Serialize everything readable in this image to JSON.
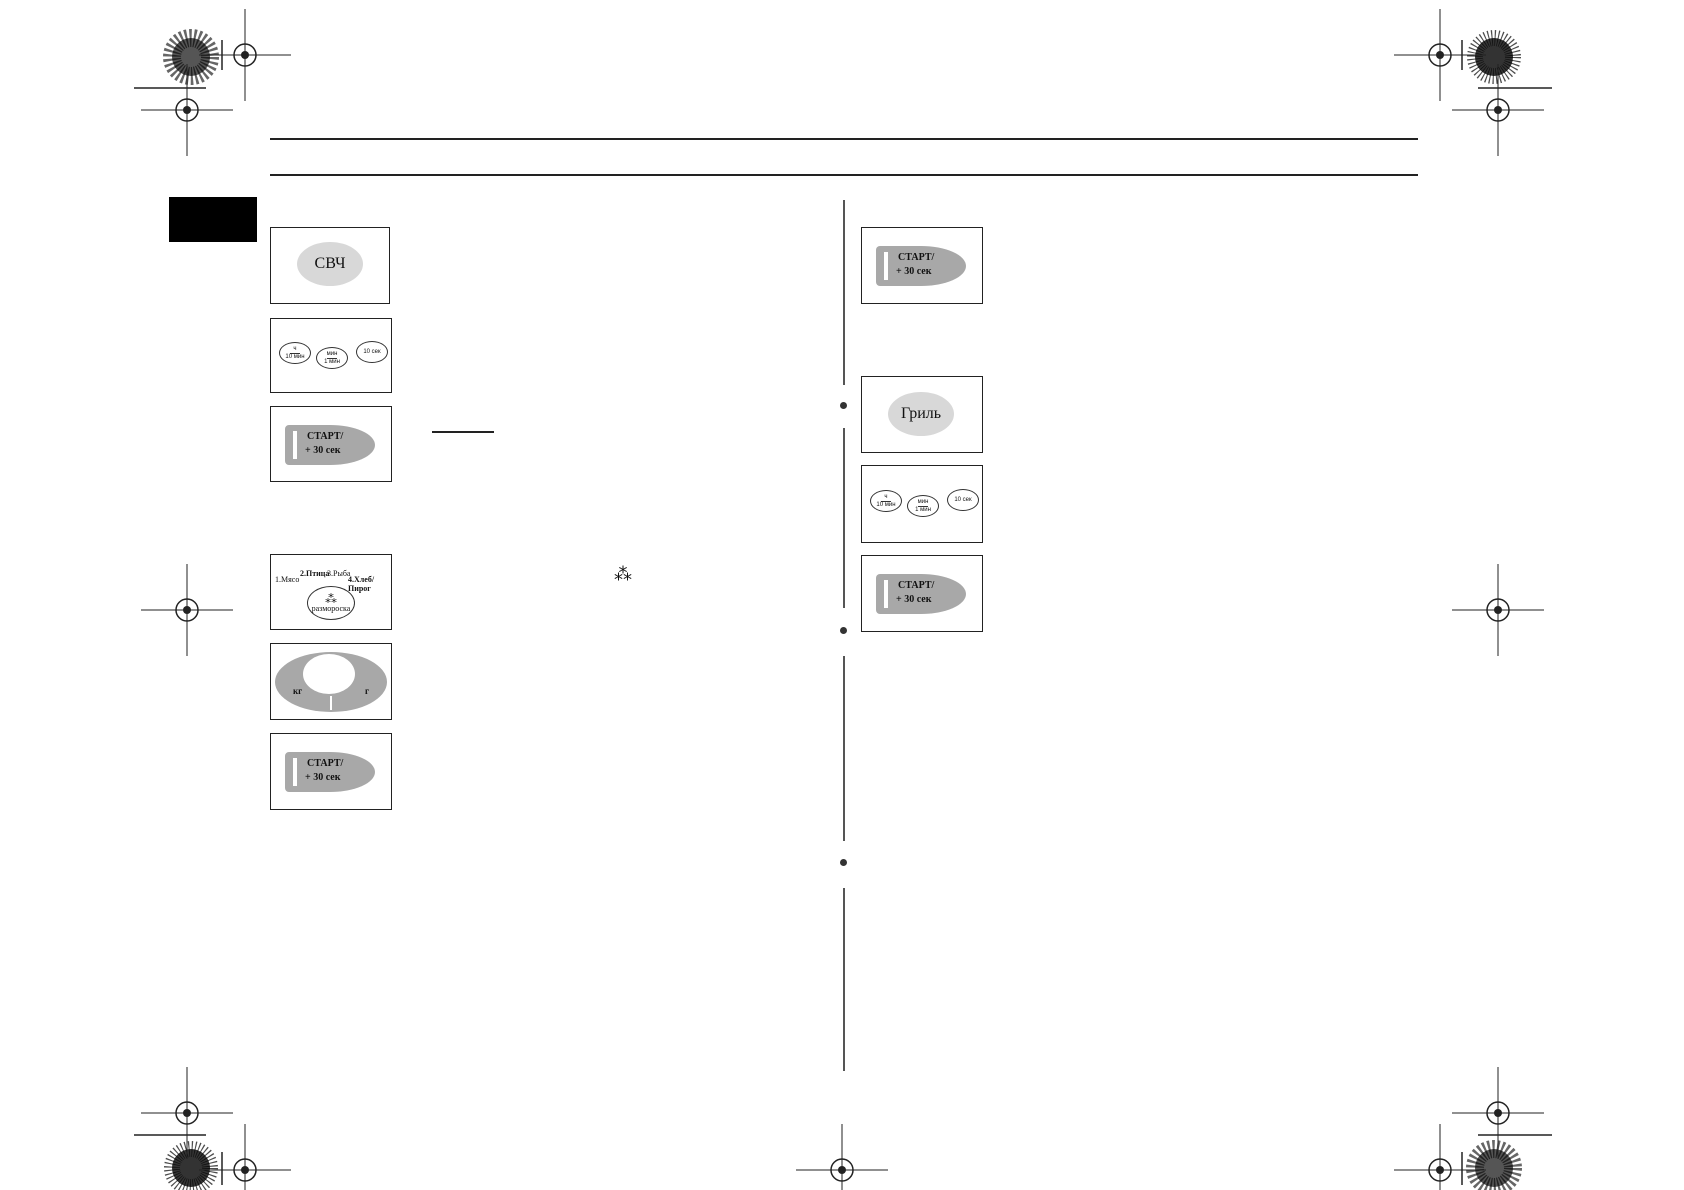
{
  "page": {
    "section_tab_label": "",
    "left_column": {
      "microwave_panel": {
        "button_label": "СВЧ"
      },
      "time_panel_1": {
        "h_label_top": "ч",
        "h_label_bottom": "10 мин",
        "min_label_top": "мин",
        "min_label_bottom": "1 мин",
        "sec_label": "10 сек"
      },
      "start_panel_1": {
        "line1": "СТАРТ/",
        "line2": "+ 30 сек"
      },
      "defrost_panel": {
        "labels": [
          "1.Мясо",
          "2.Птица",
          "3.Рыба",
          "4.Хлеб/Пирог"
        ],
        "button_label": "размороска",
        "symbol": "⁂"
      },
      "weight_panel": {
        "left_label": "кг",
        "right_label": "г"
      },
      "start_panel_2": {
        "line1": "СТАРТ/",
        "line2": "+ 30 сек"
      },
      "inline_symbol": "⁂"
    },
    "right_column": {
      "start_panel_top": {
        "line1": "СТАРТ/",
        "line2": "+ 30 сек"
      },
      "grill_panel": {
        "button_label": "Гриль"
      },
      "time_panel_2": {
        "h_label_top": "ч",
        "h_label_bottom": "10 мин",
        "min_label_top": "мин",
        "min_label_bottom": "1 мин",
        "sec_label": "10 сек"
      },
      "start_panel_bottom": {
        "line1": "СТАРТ/",
        "line2": "+ 30 сек"
      }
    }
  }
}
